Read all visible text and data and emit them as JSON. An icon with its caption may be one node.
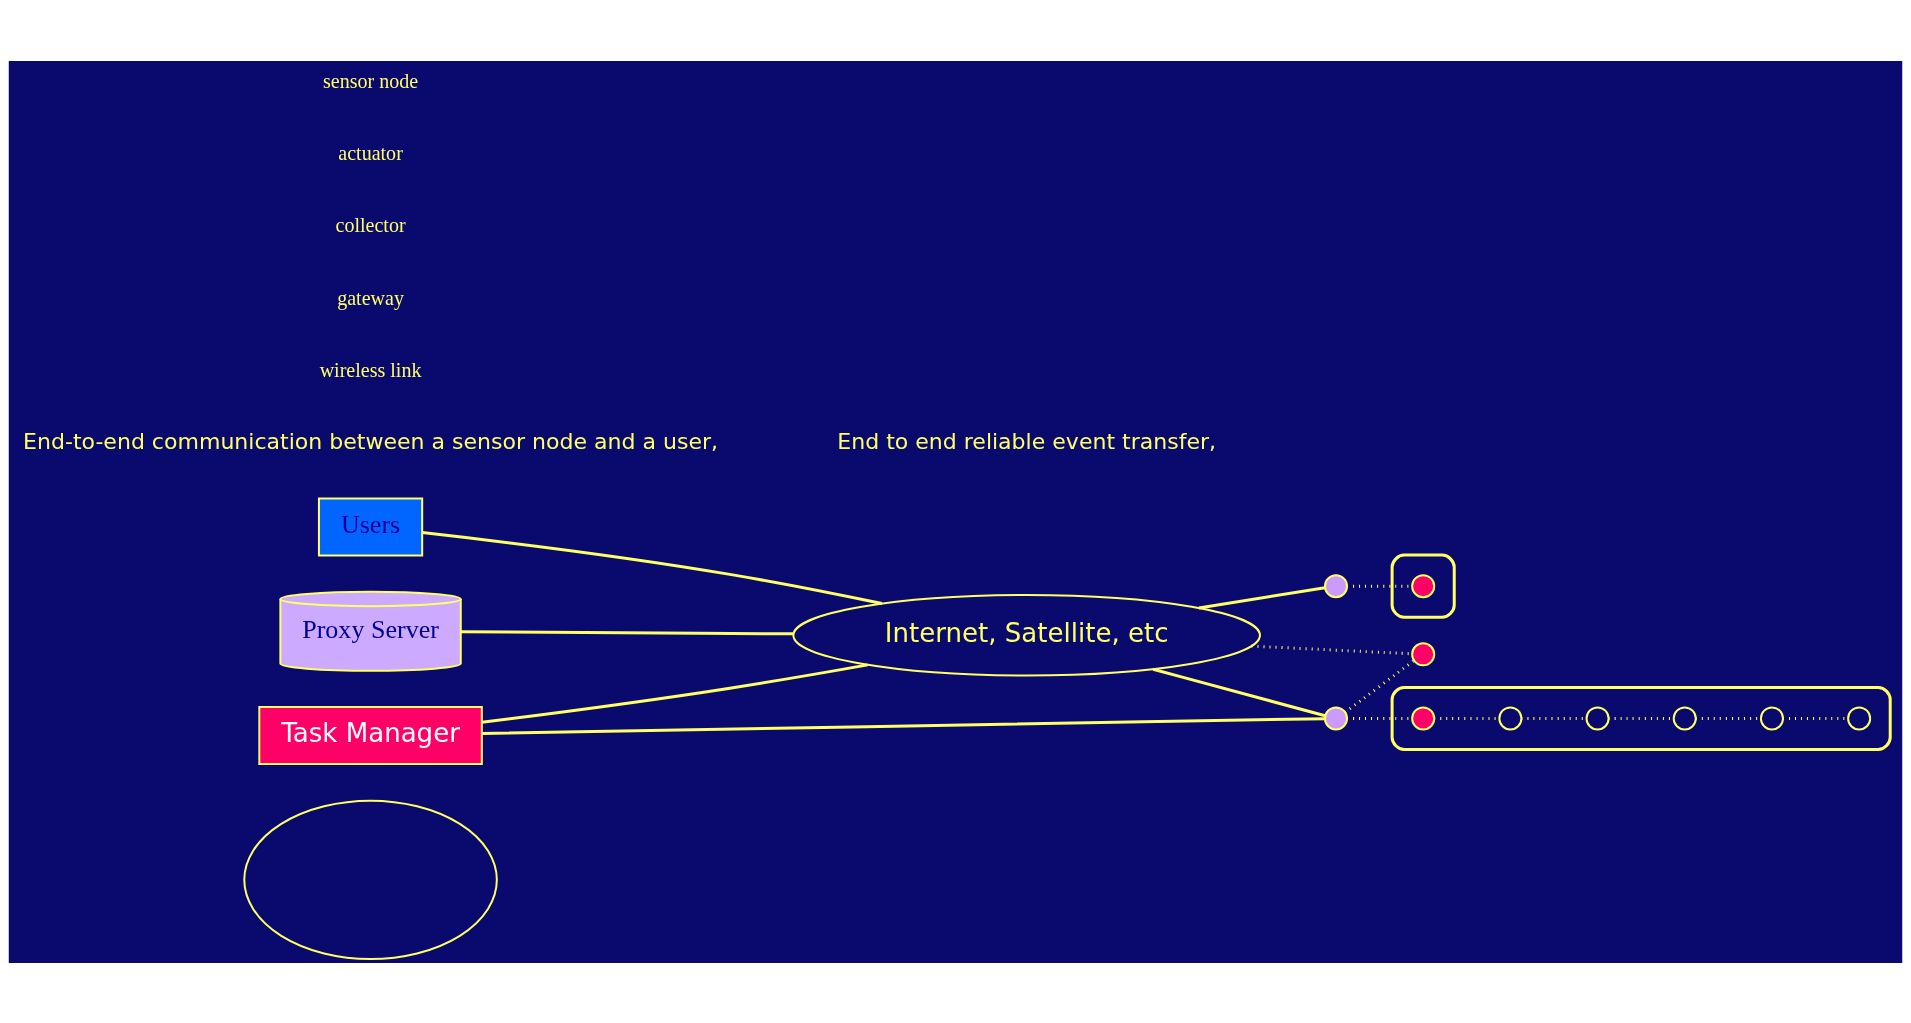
{
  "diagram": {
    "nodes": [
      {
        "text": [],
        "shape": "cloud"
      },
      {
        "text": [
          "Internet, Satellite, etc"
        ]
      },
      {
        "text": [],
        "shape": "cloud"
      },
      {
        "text": [],
        "shape": "circle",
        "in": 2
      },
      {
        "text": [],
        "shape": "circle"
      },
      {
        "text": [],
        "shape": "circle"
      },
      {
        "text": [],
        "shape": "circle"
      },
      {
        "text": [],
        "shape": "cloud"
      },
      {
        "text": [],
        "shape": "circle",
        "in": 7
      },
      {
        "text": [
          "Users"
        ]
      },
      {
        "text": [
          "Task Manager"
        ]
      },
      {
        "text": [
          "Proxy Server"
        ]
      },
      {
        "text": [],
        "shape": "circle",
        "in": 7
      },
      {
        "text": [],
        "shape": "circle",
        "in": 7
      },
      {
        "text": [],
        "shape": "circle",
        "in": 7
      },
      {
        "text": [],
        "shape": "circle",
        "in": 7
      },
      {
        "text": [],
        "shape": "circle",
        "in": 7
      }
    ],
    "edges": [
      {
        "from": 1,
        "to": 5,
        "arrow": "none"
      },
      {
        "from": 5,
        "to": 3,
        "arrow": "none",
        "style": "dashed"
      },
      {
        "from": 1,
        "to": 4,
        "arrow": "none",
        "style": "dashed"
      },
      {
        "from": 6,
        "to": 4,
        "arrow": "none",
        "style": "dashed"
      },
      {
        "from": 9,
        "to": 1,
        "arrow": "none"
      },
      {
        "from": 11,
        "to": 1,
        "arrow": "none"
      },
      {
        "from": 10,
        "to": 1,
        "arrow": "none"
      },
      {
        "from": 1,
        "to": 6,
        "arrow": "none"
      },
      {
        "from": 10,
        "to": 6,
        "arrow": "none"
      },
      {
        "from": 6,
        "to": 8,
        "arrow": "none",
        "style": "dashed"
      },
      {
        "from": 8,
        "to": 12,
        "arrow": "none",
        "style": "dashed"
      },
      {
        "from": 12,
        "to": 13,
        "arrow": "none",
        "style": "dashed"
      },
      {
        "from": 13,
        "to": 14,
        "arrow": "none",
        "style": "dashed"
      },
      {
        "from": 14,
        "to": 15,
        "arrow": "none",
        "style": "dashed"
      },
      {
        "from": 15,
        "to": 16,
        "arrow": "none",
        "style": "dashed"
      }
    ],
    "labels": [
      "End-to-end communication between a sensor node and a user,",
      "End to end reliable event transfer,"
    ],
    "legend": [
      {
        "text": "sensor node"
      },
      {
        "text": "actuator"
      },
      {
        "text": "collector"
      },
      {
        "text": "gateway"
      },
      {
        "text": "wireless link"
      }
    ]
  }
}
